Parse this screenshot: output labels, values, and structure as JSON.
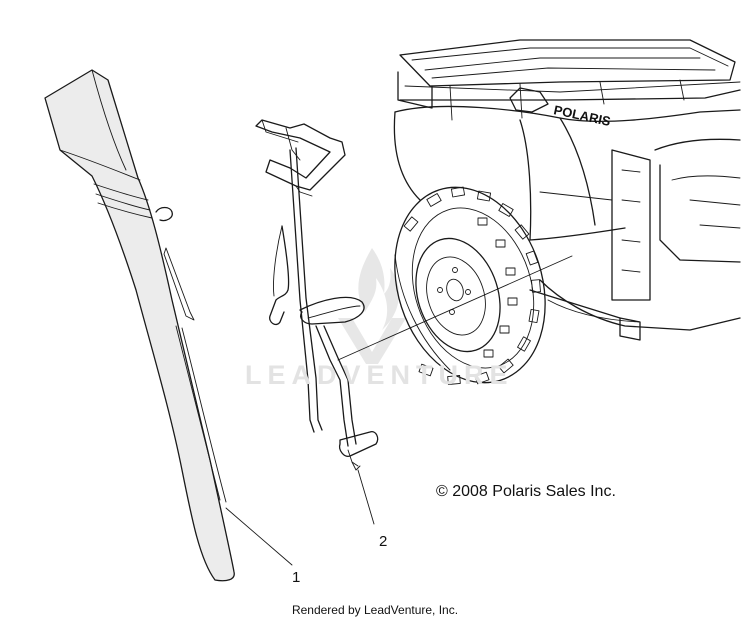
{
  "diagram": {
    "copyright": "© 2008 Polaris Sales Inc.",
    "brand_decal": "POLARIS",
    "callouts": [
      {
        "label": "1"
      },
      {
        "label": "2"
      }
    ],
    "watermark": "LEADVENTURE",
    "footer": "Rendered by LeadVenture, Inc."
  }
}
